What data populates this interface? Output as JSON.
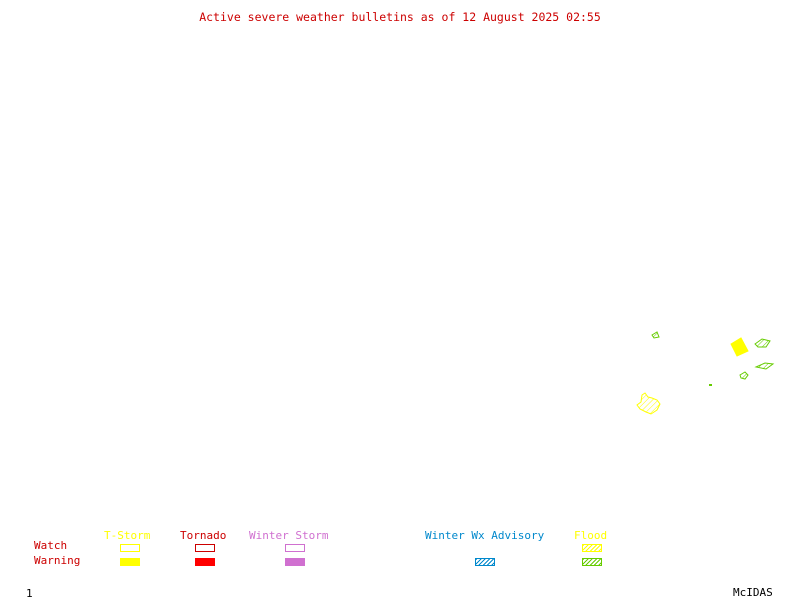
{
  "title": "Active severe weather bulletins as of 12 August 2025 02:55",
  "legend": {
    "row_labels": {
      "watch": "Watch",
      "warning": "Warning"
    },
    "columns": {
      "tstorm": "T-Storm",
      "tornado": "Tornado",
      "winter_storm": "Winter Storm",
      "winter_advisory": "Winter Wx Advisory",
      "flood": "Flood"
    },
    "colors": {
      "label_red": "#cc0000",
      "tstorm": "#ffff00",
      "tornado": "#ff0000",
      "winter_storm": "#d070d0",
      "winter_advisory": "#0088cc",
      "flood_watch": "#ffff00",
      "flood_warning": "#66cc00"
    }
  },
  "map": {
    "bulletins": [
      {
        "type": "T-Storm Warning",
        "color": "#ffff00"
      },
      {
        "type": "Flood Watch",
        "color": "#ffff00"
      },
      {
        "type": "Flood Warning",
        "color": "#66cc00"
      }
    ]
  },
  "footer": {
    "frame_number": "1",
    "software": "McIDAS"
  }
}
